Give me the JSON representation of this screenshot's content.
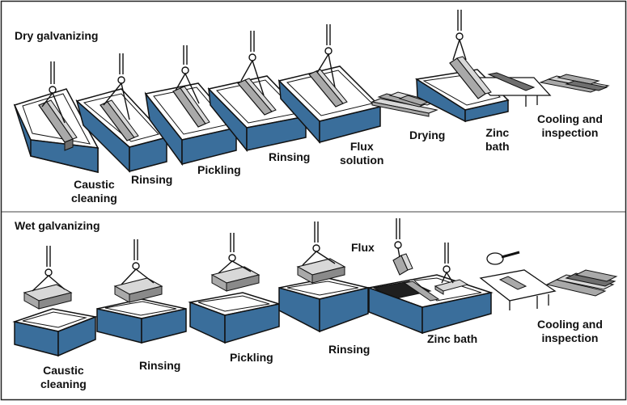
{
  "colors": {
    "tank_blue": "#3a6e9b",
    "tank_rim": "#ffffff",
    "steel_light": "#d8d8d8",
    "steel_mid": "#a9a9a9",
    "steel_dark": "#6f6f6f",
    "outline": "#111111",
    "dark_bath": "#1f1f1f"
  },
  "dry": {
    "title": "Dry galvanizing",
    "steps": [
      "Caustic\ncleaning",
      "Rinsing",
      "Pickling",
      "Rinsing",
      "Flux\nsolution",
      "Drying",
      "Zinc\nbath",
      "Cooling and\ninspection"
    ]
  },
  "wet": {
    "title": "Wet galvanizing",
    "flux_label": "Flux",
    "steps": [
      "Caustic\ncleaning",
      "Rinsing",
      "Pickling",
      "Rinsing",
      "Zinc bath",
      "Cooling and\ninspection"
    ]
  }
}
